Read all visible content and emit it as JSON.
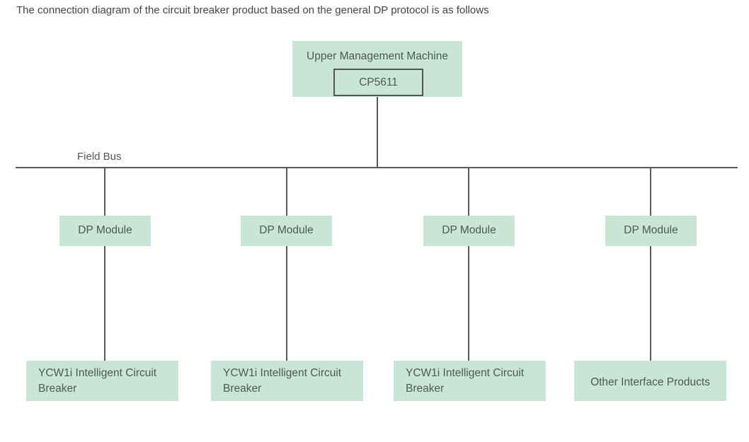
{
  "title": "The connection diagram of the circuit breaker product based on the general DP protocol is as follows",
  "upper_machine": {
    "label": "Upper Management Machine",
    "card": "CP5611"
  },
  "bus": {
    "label": "Field Bus"
  },
  "modules": [
    {
      "label": "DP Module",
      "product": "YCW1i  Intelligent Circuit Breaker"
    },
    {
      "label": "DP Module",
      "product": "YCW1i  Intelligent Circuit Breaker"
    },
    {
      "label": "DP Module",
      "product": "YCW1i  Intelligent Circuit Breaker"
    },
    {
      "label": "DP Module",
      "product": "Other Interface Products"
    }
  ],
  "colors": {
    "box_fill": "#c8e5d5",
    "line": "#5a5a5a"
  }
}
